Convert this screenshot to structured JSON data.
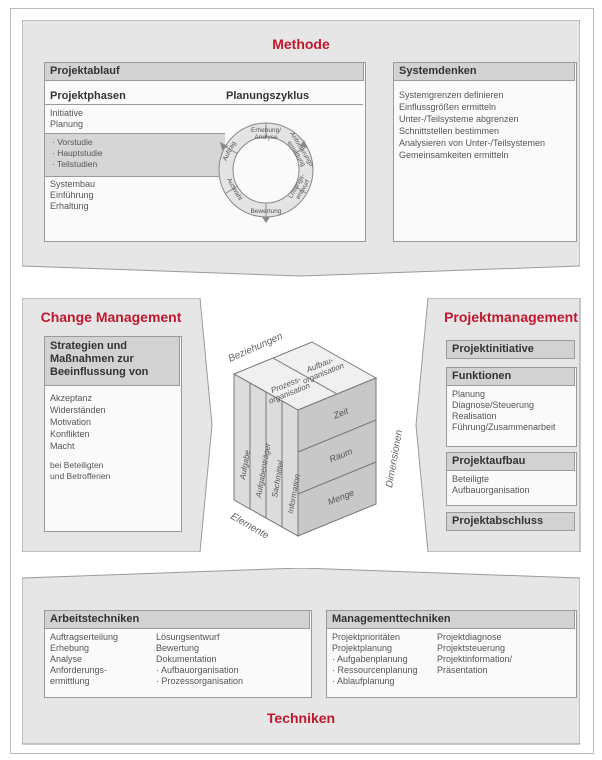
{
  "methode": {
    "title": "Methode",
    "projektablauf": {
      "header": "Projektablauf",
      "col1": "Projektphasen",
      "col2": "Planungszyklus",
      "phases_top": [
        "Initiative",
        "Planung"
      ],
      "phases_mid": [
        "· Vorstudie",
        "· Hauptstudie",
        "· Teilstudien"
      ],
      "phases_bottom": [
        "Systembau",
        "Einführung",
        "Erhaltung"
      ],
      "cycle": [
        "Erhebung/ Analyse",
        "Anforderungs-ermittlung",
        "Lösungs-entwurf",
        "Bewertung",
        "Auswahl",
        "Auftrag"
      ]
    },
    "systemdenken": {
      "header": "Systemdenken",
      "items": [
        "Systemgrenzen definieren",
        "Einflussgrößen ermitteln",
        "Unter-/Teilsysteme abgrenzen",
        "Schnittstellen bestimmen",
        "Analysieren von Unter-/Teilsystemen",
        "Gemeinsamkeiten ermitteln"
      ]
    }
  },
  "change": {
    "title": "Change Management",
    "header_lines": [
      "Strategien und",
      "Maßnahmen zur",
      "Beeinflussung von"
    ],
    "items": [
      "Akzeptanz",
      "Widerständen",
      "Motivation",
      "Konflikten",
      "Macht"
    ],
    "note": [
      "bei Beteiligten",
      "und Betroffenen"
    ]
  },
  "cube": {
    "top": [
      "Aufbau-organisation",
      "Prozess-organisation"
    ],
    "left_label": "Beziehungen",
    "front": [
      "Aufgabe",
      "Aufgabenträger",
      "Sachmittel",
      "Information"
    ],
    "right": [
      "Zeit",
      "Raum",
      "Menge"
    ],
    "bottom_label": "Elemente",
    "right_label": "Dimensionen"
  },
  "pm": {
    "title": "Projektmanagement",
    "initiative": "Projektinitiative",
    "funktionen": {
      "header": "Funktionen",
      "items": [
        "Planung",
        "Diagnose/Steuerung",
        "Realisation",
        "Führung/Zusammenarbeit"
      ]
    },
    "aufbau": {
      "header": "Projektaufbau",
      "items": [
        "Beteiligte",
        "Aufbauorganisation"
      ]
    },
    "abschluss": "Projektabschluss"
  },
  "techniken": {
    "title": "Techniken",
    "arbeit": {
      "header": "Arbeitstechniken",
      "col1": [
        "Auftragserteilung",
        "Erhebung",
        "Analyse",
        "Anforderungs-",
        "ermittlung"
      ],
      "col2": [
        "Lösungsentwurf",
        "Bewertung",
        "Dokumentation",
        "· Aufbauorganisation",
        "· Prozessorganisation"
      ]
    },
    "management": {
      "header": "Managementtechniken",
      "col1": [
        "Projektprioritäten",
        "Projektplanung",
        "· Aufgabenplanung",
        "· Ressourcenplanung",
        "· Ablaufplanung"
      ],
      "col2": [
        "Projektdiagnose",
        "Projektsteuerung",
        "Projektinformation/",
        "Präsentation"
      ]
    }
  }
}
